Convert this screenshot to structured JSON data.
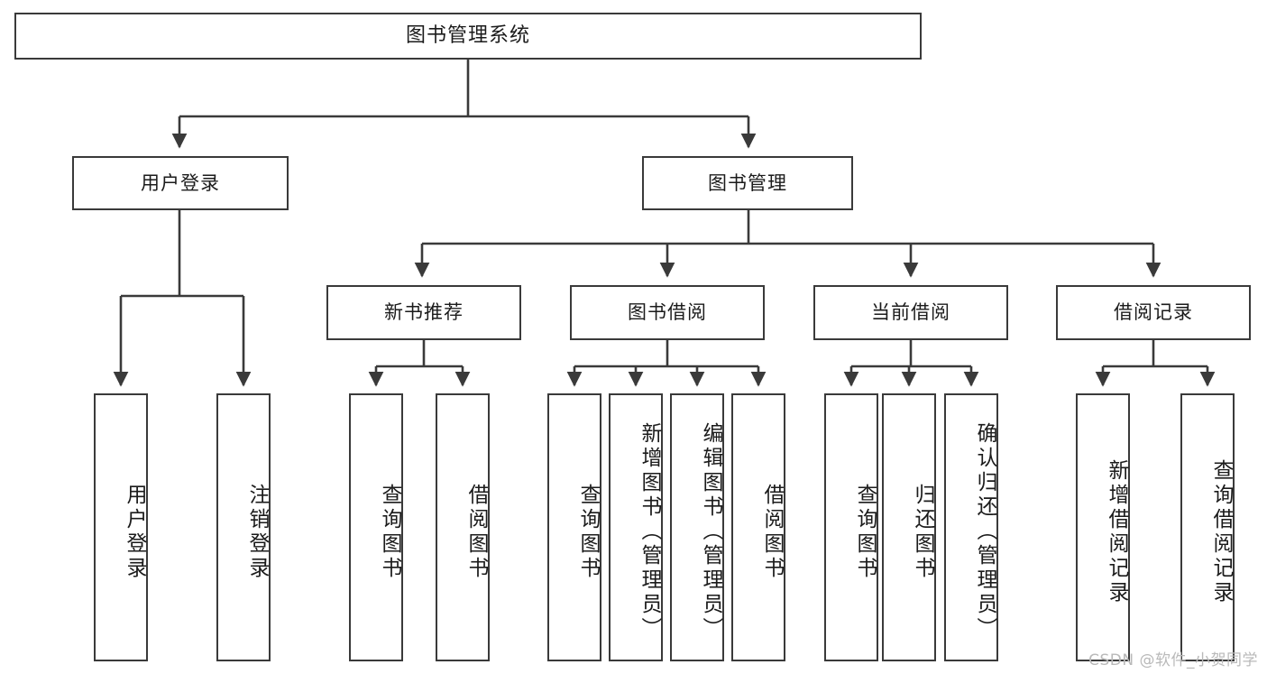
{
  "diagram": {
    "title": "图书管理系统",
    "watermark": "CSDN @软件_小贺同学",
    "line_color": "#3a3a3a",
    "box_fill": "#ffffff",
    "text_color": "#1b1b1b",
    "watermark_color": "#b9b9b9"
  },
  "nodes": {
    "root": {
      "label": "图书管理系统"
    },
    "level1": [
      {
        "label": "用户登录"
      },
      {
        "label": "图书管理"
      }
    ],
    "level2": [
      {
        "label": "新书推荐"
      },
      {
        "label": "图书借阅"
      },
      {
        "label": "当前借阅"
      },
      {
        "label": "借阅记录"
      }
    ],
    "leaves": {
      "user_login": [
        {
          "label": "用户登录"
        },
        {
          "label": "注销登录"
        }
      ],
      "new_book": [
        {
          "label": "查询图书"
        },
        {
          "label": "借阅图书"
        }
      ],
      "book_borrow": [
        {
          "label": "查询图书"
        },
        {
          "label": "新增图书（管理员）"
        },
        {
          "label": "编辑图书（管理员）"
        },
        {
          "label": "借阅图书"
        }
      ],
      "current_borrow": [
        {
          "label": "查询图书"
        },
        {
          "label": "归还图书"
        },
        {
          "label": "确认归还（管理员）"
        }
      ],
      "borrow_record": [
        {
          "label": "新增借阅记录"
        },
        {
          "label": "查询借阅记录"
        }
      ]
    }
  }
}
